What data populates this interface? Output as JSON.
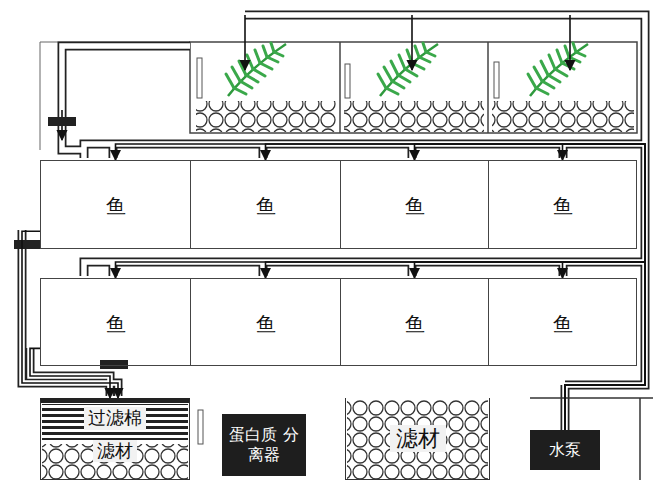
{
  "diagram": {
    "nodes": [
      {
        "text": [
          "鱼"
        ]
      },
      {
        "text": [
          "鱼"
        ]
      },
      {
        "text": [
          "鱼"
        ]
      },
      {
        "text": [
          "鱼"
        ]
      },
      {
        "text": [
          "鱼"
        ]
      },
      {
        "text": [
          "鱼"
        ]
      },
      {
        "text": [
          "鱼"
        ]
      },
      {
        "text": [
          "鱼"
        ]
      },
      {
        "text": [
          "过滤棉",
          "滤材"
        ]
      },
      {
        "text": [
          "蛋白质 分离器"
        ]
      },
      {
        "text": [
          "滤材"
        ]
      },
      {
        "text": [
          "水泵"
        ]
      }
    ],
    "edges": [
      {
        "from": 11,
        "to": 0,
        "arrow": "to"
      },
      {
        "from": 11,
        "to": 1,
        "arrow": "to"
      },
      {
        "from": 11,
        "to": 2,
        "arrow": "to"
      },
      {
        "from": 11,
        "to": 3,
        "arrow": "to"
      },
      {
        "from": 11,
        "to": 4,
        "arrow": "to"
      },
      {
        "from": 11,
        "to": 5,
        "arrow": "to"
      },
      {
        "from": 11,
        "to": 6,
        "arrow": "to"
      },
      {
        "from": 11,
        "to": 7,
        "arrow": "to"
      },
      {
        "from": 0,
        "to": 8,
        "arrow": "to"
      },
      {
        "from": 4,
        "to": 8,
        "arrow": "to"
      }
    ]
  }
}
